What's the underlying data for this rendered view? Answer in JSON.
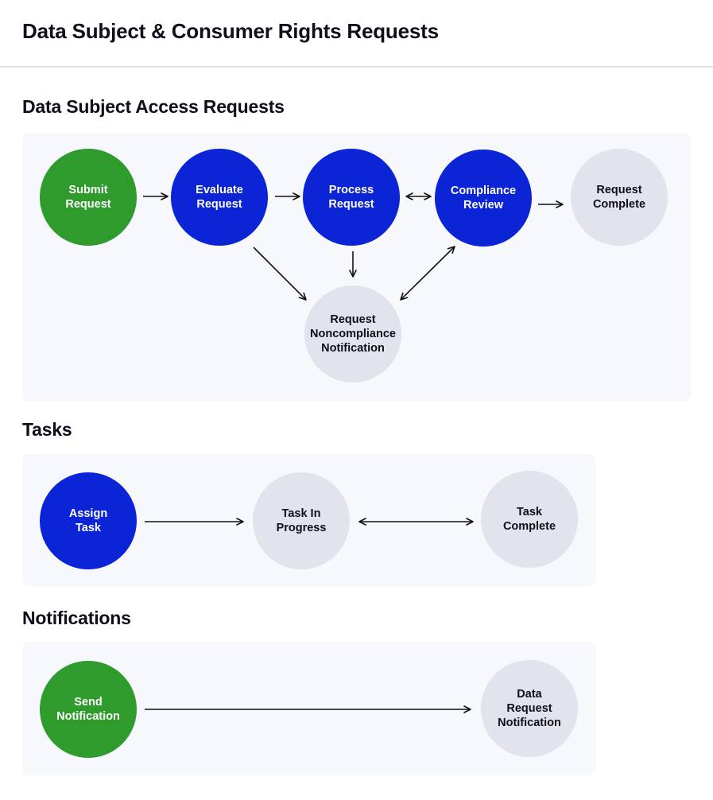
{
  "page": {
    "title": "Data Subject & Consumer Rights Requests"
  },
  "colors": {
    "start": "#2e9b2c",
    "active": "#0a24d6",
    "pending": "#e2e3ec",
    "panel": "#f7f8fc"
  },
  "sections": {
    "dsar": {
      "title": "Data Subject Access Requests",
      "nodes": {
        "submit": "Submit\nRequest",
        "evaluate": "Evaluate\nRequest",
        "process": "Process\nRequest",
        "compliance": "Compliance\nReview",
        "complete": "Request\nComplete",
        "noncompliance": "Request\nNoncompliance\nNotification"
      }
    },
    "tasks": {
      "title": "Tasks",
      "nodes": {
        "assign": "Assign\nTask",
        "in_progress": "Task In\nProgress",
        "complete": "Task\nComplete"
      }
    },
    "notifications": {
      "title": "Notifications",
      "nodes": {
        "send": "Send\nNotification",
        "data_request": "Data\nRequest\nNotification"
      }
    }
  }
}
